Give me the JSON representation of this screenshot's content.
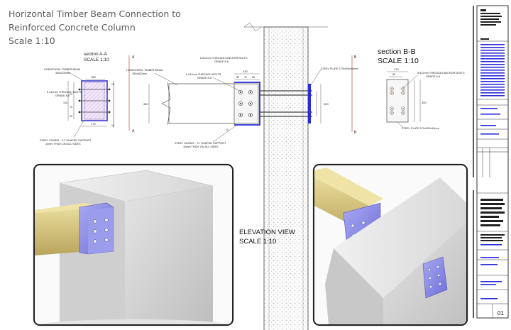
{
  "title": {
    "line1": "Horizontal Timber Beam Connection to",
    "line2": "Reinforced Concrete Column",
    "scale": "Scale 1:10"
  },
  "section_a": {
    "heading": "section A-A",
    "scale": "SCALE 1:10",
    "beam_label": "HORIZONTAL TIMBER BEAM",
    "beam_size": "150x200mm",
    "bolts_label": "6 d12mm THROUGH BOLTS",
    "bolts_grade": "GRADE 8.8",
    "casing_label": "STEEL CASING - \"U\" SHAPED SUPPORT",
    "casing_thickness": "10mm THICK ON ALL SIDES",
    "dims": [
      "150",
      "70",
      "70",
      "20",
      "310",
      "170",
      "10",
      "10"
    ]
  },
  "elevation": {
    "beam_label": "HORIZONTAL TIMBER BEAM",
    "beam_size": "150x300mm",
    "bolts_label": "6 d12mm THROUGH BOLTS",
    "bolts_grade": "GRADE 8.8",
    "anchor_label": "8 d12mm THROUGH ANCHOR BOLTS",
    "anchor_grade": "GRADE 8.8",
    "plate_label": "STEEL PLATE 170x300x10mm",
    "casing_label": "STEEL CASING - \"U\" SHAPED SUPPORT",
    "casing_thickness": "10mm THICK ON ALL SIDES",
    "heading": "ELEVATION VIEW",
    "scale": "SCALE 1:10",
    "dims": [
      "230",
      "80",
      "70",
      "80",
      "300",
      "300",
      "10"
    ],
    "cut_marks": [
      "A",
      "A",
      "B",
      "B"
    ]
  },
  "section_b": {
    "heading": "section B-B",
    "scale": "SCALE 1:10",
    "anchor_label": "8 d12mm THROUGH ANCHOR BOLTS",
    "anchor_grade": "GRADE 8.8",
    "plate_label": "STEEL PLATE 170x300x10mm",
    "dims": [
      "170",
      "80",
      "300"
    ]
  },
  "title_block": {
    "sheet_number": "01",
    "colors": {
      "ink": "#1f1f1f",
      "blue": "#2a2ad8",
      "steel": "#8c8ce6",
      "timber": "#d9cc8a",
      "concrete": "#d2d2d2"
    }
  }
}
